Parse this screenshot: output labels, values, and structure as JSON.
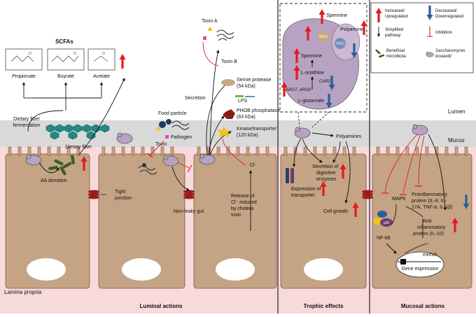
{
  "regions": {
    "lumen": "Lumen",
    "mucus": "Mucus",
    "lamina_propria": "Lamina propria"
  },
  "sections": {
    "luminal": "Luminal actions",
    "trophic": "Trophic effects",
    "mucosal": "Mucosal actions"
  },
  "scfas": {
    "title": "SCFAs",
    "propionate": "Propionate",
    "buyrate": "Buyrate",
    "acetate": "Acetate"
  },
  "luminal": {
    "dietary_fiber_fermentation_1": "Dietary fiber",
    "dietary_fiber_fermentation_2": "fermentation",
    "dietary_fiber": "Dietary fiber",
    "aa_donation": "AA donation",
    "tight_junction_1": "Tight",
    "tight_junction_2": "junction",
    "food_particle": "Food particle",
    "pathogen": "Pathogen",
    "toxin": "Toxin",
    "non_leaky_gut": "Non-leaky gut",
    "secretion": "Secretion",
    "toxin_a": "Toxin A",
    "toxin_b": "Toxin B",
    "serine_protease_1": "Serine protease",
    "serine_protease_2": "(54 kDa)",
    "lps": "LPS",
    "phob_1": "PHOB phosphatase",
    "phob_2": "(63 kDa)",
    "kinase_1": "Kinase/transporter",
    "kinase_2": "(120 kDa)",
    "cl_ion": "Cl⁻",
    "release_1": "Release of",
    "release_2": "Cl⁻ induced",
    "release_3": "by cholera",
    "release_4": "toxin"
  },
  "trophic": {
    "spermine_top": "Spermine",
    "polyamine": "Polyamine",
    "spermine": "Spermine",
    "l_ornithine": "L-ornithine",
    "car2": "CAR2",
    "arg_genes": "ARG7, ARG8",
    "l_glutamate": "L-glutamate",
    "enzyme_left": "SPE2",
    "enzyme_right": "TPO1",
    "polyamines": "Polyamines",
    "secretion_1": "Secretion of",
    "secretion_2": "digestive",
    "secretion_3": "enzymes",
    "expression_1": "Expression of",
    "expression_2": "transporter",
    "cell_growth": "Cell growth"
  },
  "mucosal": {
    "mapk": "MAPK",
    "p65": "p65",
    "nfkb": "NF-kB",
    "pro_1": "Proinflammatory",
    "pro_2": "protein (IL-8, IL-",
    "pro_3": "17A, TNF-α, IL-1β)",
    "anti_1": "Anti-",
    "anti_2": "inflammatory",
    "anti_3": "protein (IL-10)",
    "mrna": "mRNA",
    "gene_expression": "Gene expression"
  },
  "legend": {
    "increased_1": "Increased/",
    "increased_2": "Upregulated",
    "decreased_1": "Decreased/",
    "decreased_2": "Downregulated",
    "simplified_1": "Simplified",
    "simplified_2": "pathway",
    "inhibition": "Inhibition",
    "beneficial_1": "Beneficial",
    "beneficial_2": "microbiota",
    "sacch_1": "Saccharomyces",
    "sacch_2": "boulardii"
  },
  "colors": {
    "increase": "#e31b1b",
    "decrease": "#2d5d9b",
    "cell": "#c4a484",
    "lamina": "#f9dadc",
    "mucus": "#d9d9d9",
    "yeast": "#b7a3c1",
    "microbiota": "#3b5f2a"
  }
}
